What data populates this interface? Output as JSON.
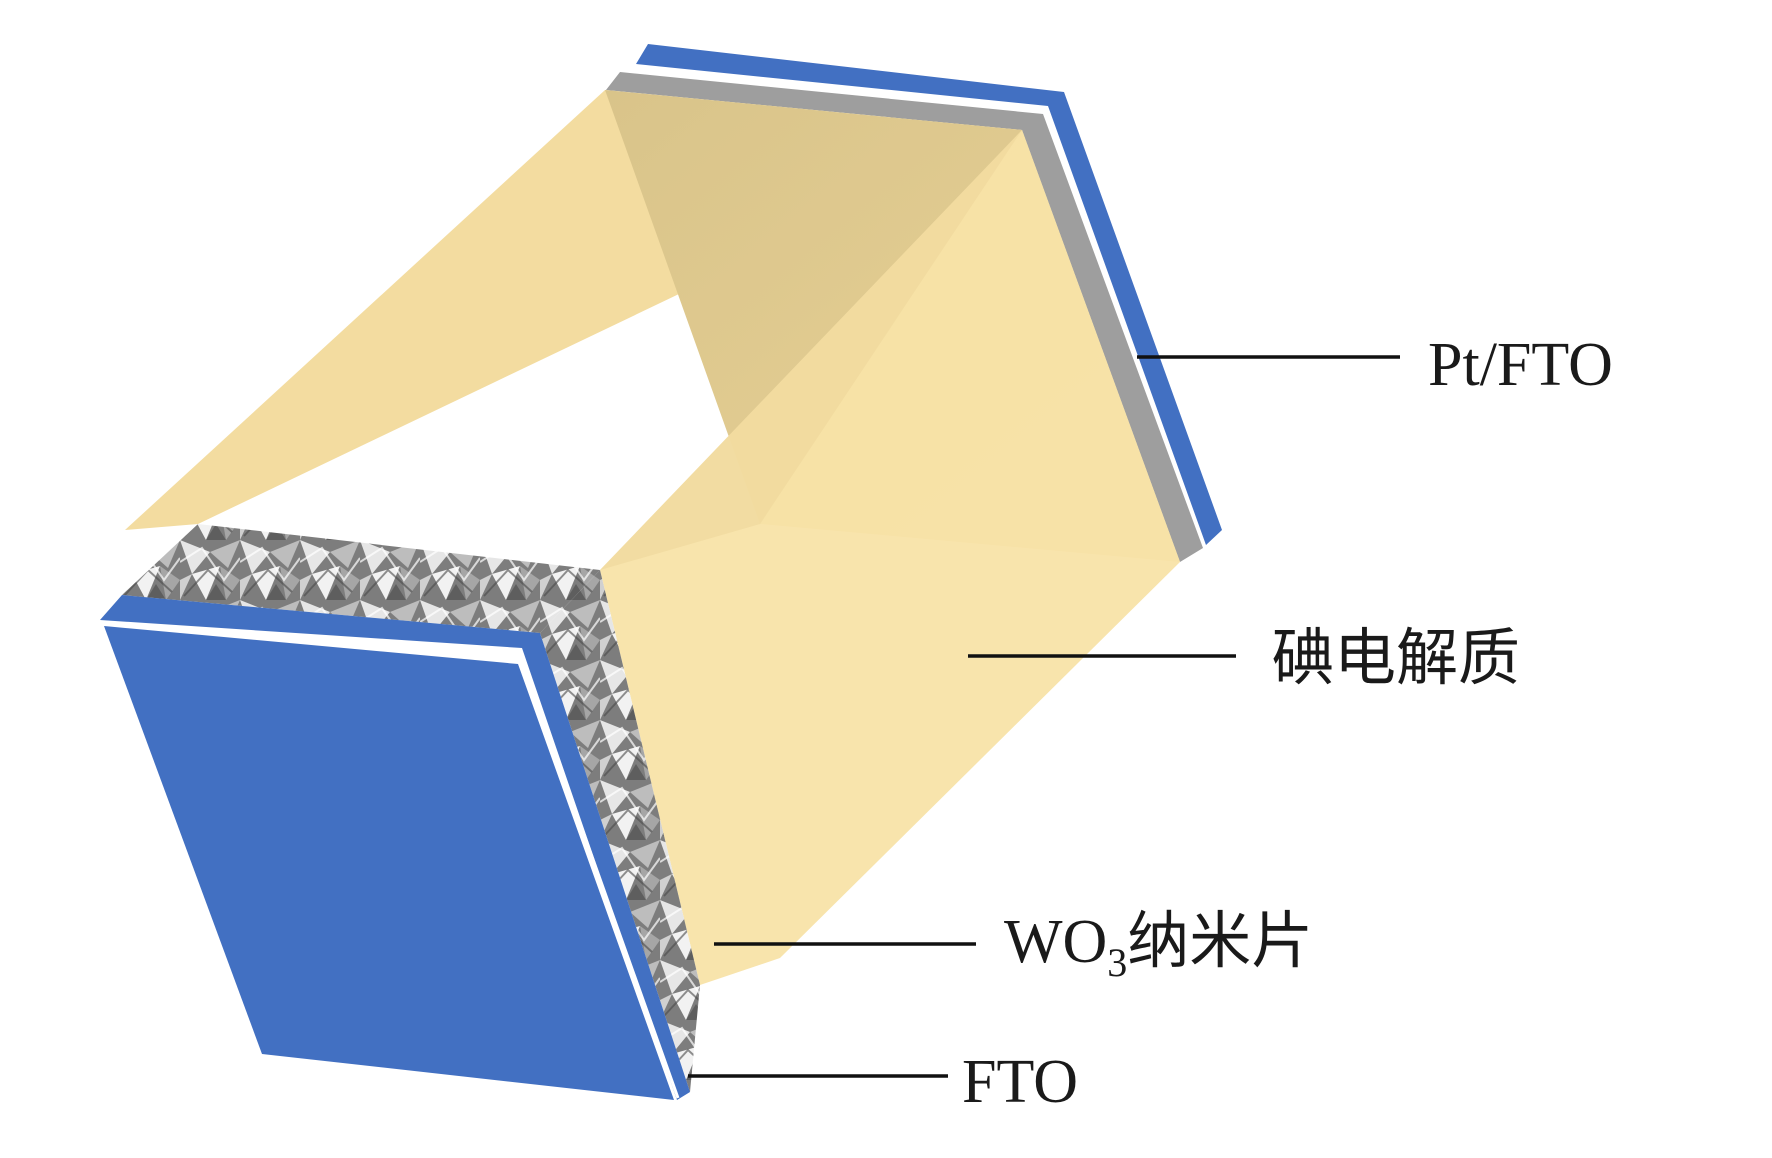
{
  "labels": {
    "pt_fto": "Pt/FTO",
    "electrolyte": "碘电解质",
    "wo3_main": "WO",
    "wo3_sub": "3",
    "wo3_suffix": "纳米片",
    "fto": "FTO"
  },
  "colors": {
    "fto_blue": "#4270c2",
    "platinum_gray": "#9e9e9e",
    "electrolyte_light": "#f8e3a8",
    "electrolyte_mid": "#f2d894",
    "electrolyte_dark": "#e2ca8c",
    "nanosheet_gray": "#8a8a8a"
  }
}
